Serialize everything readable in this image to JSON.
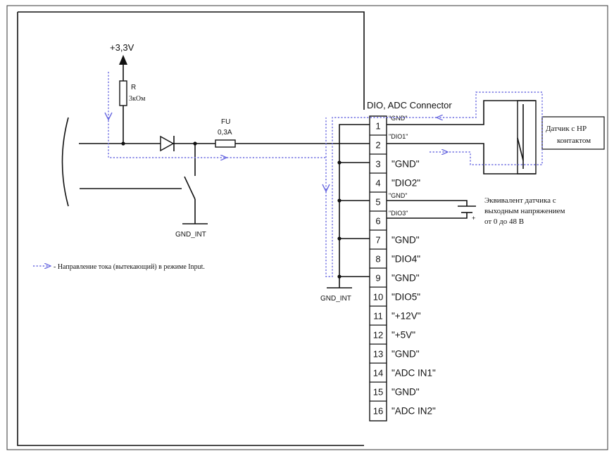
{
  "supply": {
    "label": "+3,3V"
  },
  "resistor": {
    "name": "R",
    "value": "3кОм"
  },
  "fuse": {
    "name": "FU",
    "value": "0,3A"
  },
  "ground_internal": {
    "label": "GND_INT"
  },
  "connector": {
    "title": "DIO, ADC Connector",
    "pins": [
      {
        "num": "1",
        "label": "\"GND\""
      },
      {
        "num": "2",
        "label": "\"DIO1\""
      },
      {
        "num": "3",
        "label": "\"GND\""
      },
      {
        "num": "4",
        "label": "\"DIO2\""
      },
      {
        "num": "5",
        "label": "\"GND\""
      },
      {
        "num": "6",
        "label": "\"DIO3\""
      },
      {
        "num": "7",
        "label": "\"GND\""
      },
      {
        "num": "8",
        "label": "\"DIO4\""
      },
      {
        "num": "9",
        "label": "\"GND\""
      },
      {
        "num": "10",
        "label": "\"DIO5\""
      },
      {
        "num": "11",
        "label": "\"+12V\""
      },
      {
        "num": "12",
        "label": "\"+5V\""
      },
      {
        "num": "13",
        "label": "\"GND\""
      },
      {
        "num": "14",
        "label": "\"ADC IN1\""
      },
      {
        "num": "15",
        "label": "\"GND\""
      },
      {
        "num": "16",
        "label": "\"ADC IN2\""
      }
    ]
  },
  "sensor_no": {
    "line1": "Датчик с НР",
    "line2": "контактом"
  },
  "sensor_equiv": {
    "line1": "Эквивалент датчика с",
    "line2": "выходным напряжением",
    "line3": "от 0 до 48 В",
    "plus": "+"
  },
  "legend": {
    "text": "- Направление тока (вытекающий) в режиме Input."
  },
  "colors": {
    "flow": "#6a6ae0",
    "line": "#111111"
  }
}
